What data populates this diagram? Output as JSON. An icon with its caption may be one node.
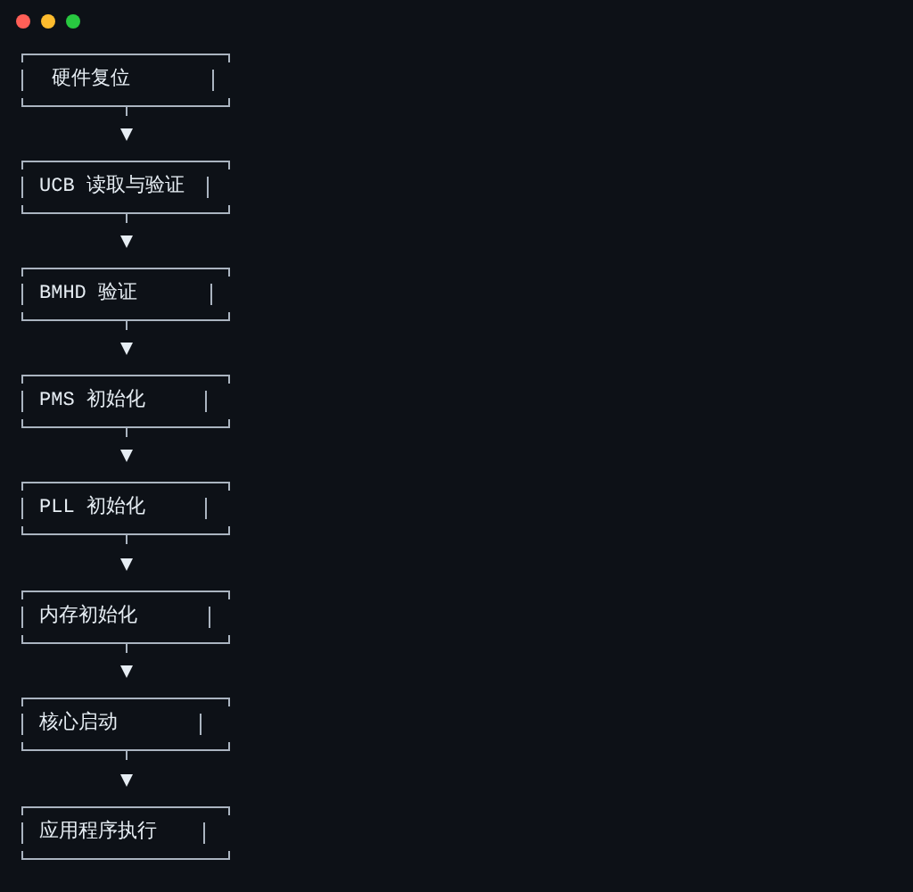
{
  "diagram": {
    "nodes": [
      {
        "text": [
          "硬件复位"
        ]
      },
      {
        "text": [
          "UCB 读取与验证"
        ]
      },
      {
        "text": [
          "BMHD 验证"
        ]
      },
      {
        "text": [
          "PMS 初始化"
        ]
      },
      {
        "text": [
          "PLL 初始化"
        ]
      },
      {
        "text": [
          "内存初始化"
        ]
      },
      {
        "text": [
          "核心启动"
        ]
      },
      {
        "text": [
          "应用程序执行"
        ]
      }
    ],
    "edges": [
      {
        "from": 0,
        "to": 1,
        "arrow": "to"
      },
      {
        "from": 1,
        "to": 2,
        "arrow": "to"
      },
      {
        "from": 2,
        "to": 3,
        "arrow": "to"
      },
      {
        "from": 3,
        "to": 4,
        "arrow": "to"
      },
      {
        "from": 4,
        "to": 5,
        "arrow": "to"
      },
      {
        "from": 5,
        "to": 6,
        "arrow": "to"
      },
      {
        "from": 6,
        "to": 7,
        "arrow": "to"
      }
    ]
  }
}
